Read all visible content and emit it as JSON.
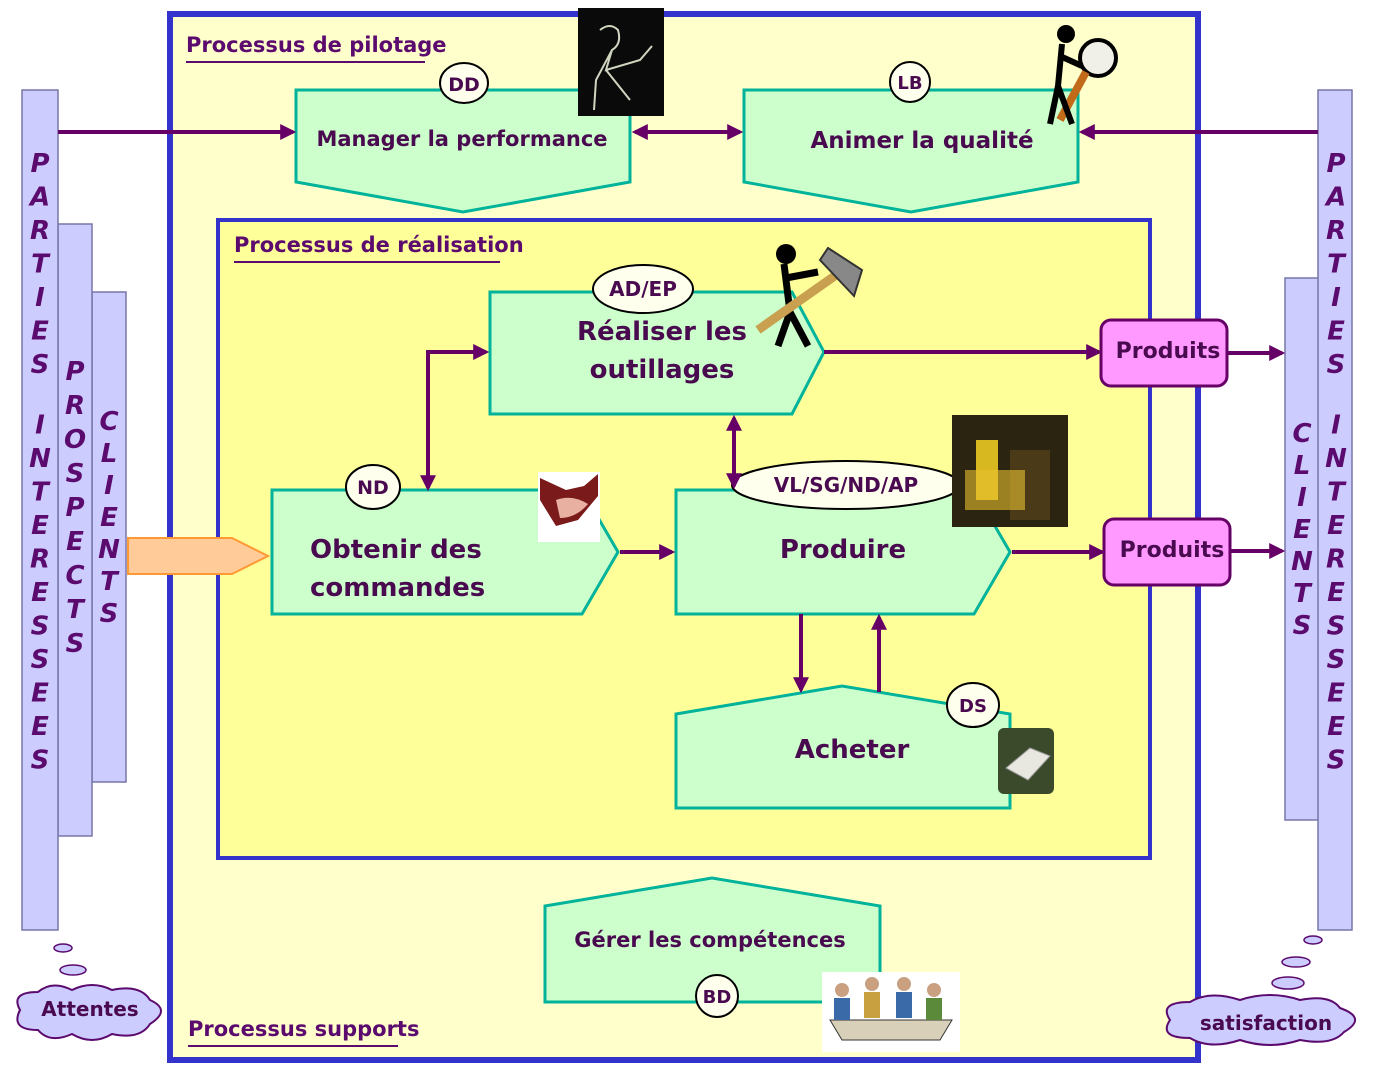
{
  "sections": {
    "pilotage": "Processus de pilotage",
    "realisation": "Processus de réalisation",
    "supports": "Processus supports"
  },
  "processes": {
    "manager": {
      "label": "Manager la performance",
      "owner": "DD"
    },
    "animer": {
      "label": "Animer la qualité",
      "owner": "LB"
    },
    "realiser": {
      "line1": "Réaliser les",
      "line2": "outillages",
      "owner": "AD/EP"
    },
    "obtenir": {
      "line1": "Obtenir des",
      "line2": "commandes",
      "owner": "ND"
    },
    "produire": {
      "label": "Produire",
      "owner": "VL/SG/ND/AP"
    },
    "acheter": {
      "label": "Acheter",
      "owner": "DS"
    },
    "gerer": {
      "label": "Gérer les compétences",
      "owner": "BD"
    }
  },
  "outputs": {
    "top": "Produits",
    "bottom": "Produits"
  },
  "left_columns": {
    "parties": "PARTIES INTERESSEES",
    "prospects": "PROSPECTS",
    "clients": "CLIENTS"
  },
  "right_columns": {
    "clients": "CLIENTS",
    "parties": "PARTIES INTERESSEES"
  },
  "clouds": {
    "left": "Attentes",
    "right": "satisfaction"
  },
  "colors": {
    "process_fill": "#ccffcc",
    "process_stroke": "#00b39a",
    "arrow": "#660066",
    "outer_fill": "#ffffcc",
    "outer_stroke": "#3333cc",
    "inner_fill": "#ffff99",
    "column_fill": "#ccccff",
    "product_fill": "#ff99ff"
  }
}
